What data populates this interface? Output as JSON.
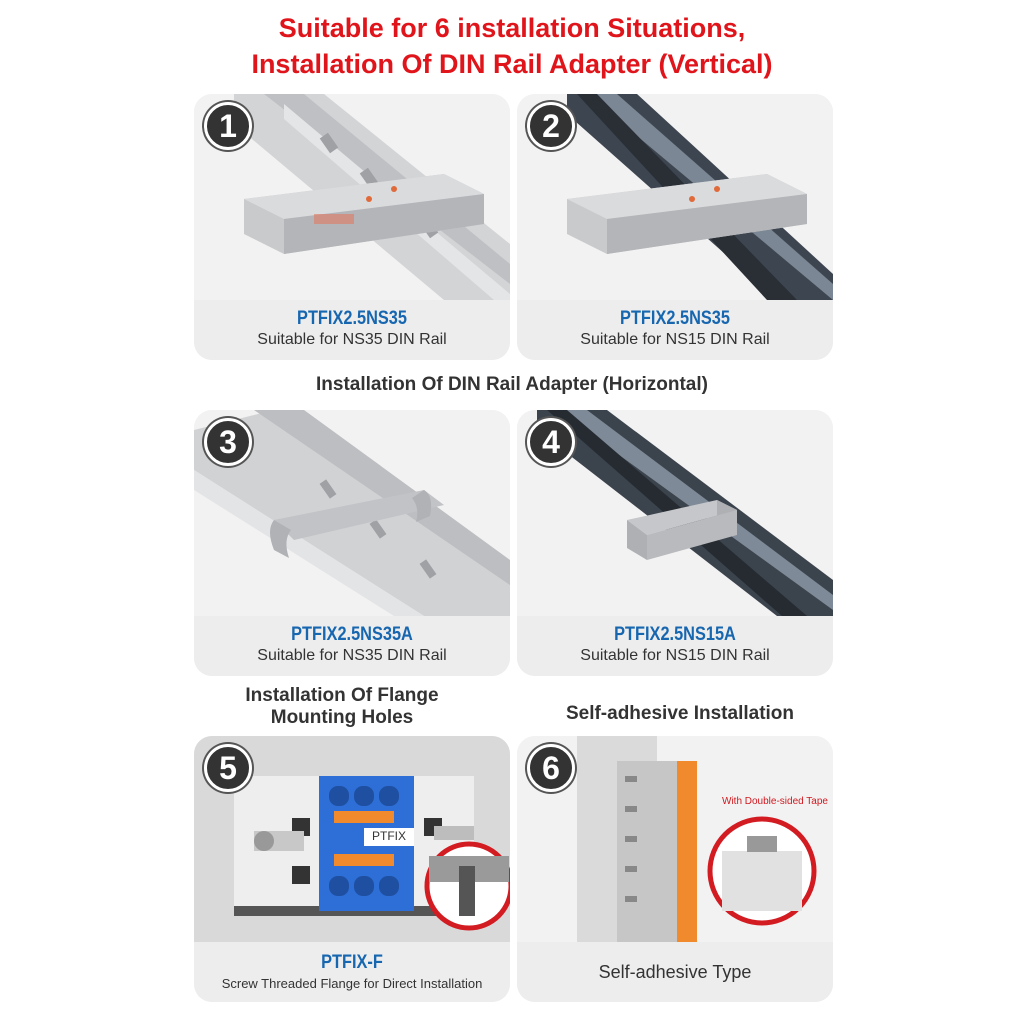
{
  "header": {
    "title_line1": "Suitable for 6 installation Situations,",
    "title_line2": "Installation Of DIN Rail Adapter (Vertical)"
  },
  "sections": {
    "horizontal": "Installation Of DIN Rail Adapter (Horizontal)",
    "flange_line1": "Installation Of Flange",
    "flange_line2": "Mounting Holes",
    "self_adhesive": "Self-adhesive Installation"
  },
  "cards": [
    {
      "number": "1",
      "code": "PTFIX2.5NS35",
      "desc": "Suitable for NS35 DIN Rail"
    },
    {
      "number": "2",
      "code": "PTFIX2.5NS35",
      "desc": "Suitable for NS15 DIN Rail"
    },
    {
      "number": "3",
      "code": "PTFIX2.5NS35A",
      "desc": "Suitable for NS35 DIN Rail"
    },
    {
      "number": "4",
      "code": "PTFIX2.5NS15A",
      "desc": "Suitable for NS15 DIN Rail"
    },
    {
      "number": "5",
      "code": "PTFIX-F",
      "desc": "Screw Threaded Flange for Direct Installation"
    },
    {
      "number": "6",
      "code": "",
      "desc": "Self-adhesive Type"
    }
  ],
  "labels": {
    "ptfix_tag": "PTFIX",
    "tape_callout": "With Double-sided Tape"
  },
  "colors": {
    "title_red": "#e0151b",
    "code_blue": "#1766b0",
    "badge_dark": "#333333",
    "caption_bg": "#ededed",
    "block_blue": "#2d6fd6",
    "lever_orange": "#f08a2c"
  }
}
